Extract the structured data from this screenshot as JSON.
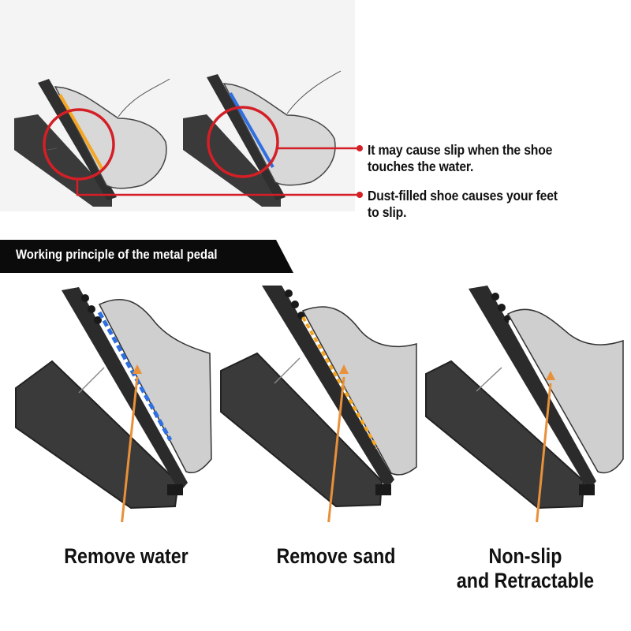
{
  "callouts": [
    {
      "line1": "It may cause slip when the shoe",
      "line2": "touches the water."
    },
    {
      "line1": "Dust-filled shoe causes your feet",
      "line2": "to slip."
    }
  ],
  "section_title": "Working principle of the metal pedal",
  "captions": [
    {
      "line1": "Remove water",
      "line2": ""
    },
    {
      "line1": "Remove sand",
      "line2": ""
    },
    {
      "line1": "Non-slip",
      "line2": "and Retractable"
    }
  ],
  "icons": {
    "pedal_illustration": "pedal-shoe-illustration",
    "highlight": "red-circle-highlight",
    "arrow": "orange-pointer-arrow"
  },
  "colors": {
    "accent_red": "#d41f26",
    "water_blue": "#2f6fe0",
    "sand_orange": "#f5a623",
    "arrow_orange": "#e8903a",
    "banner_black": "#0b0b0b",
    "pedal_dark": "#3a3a3a"
  }
}
